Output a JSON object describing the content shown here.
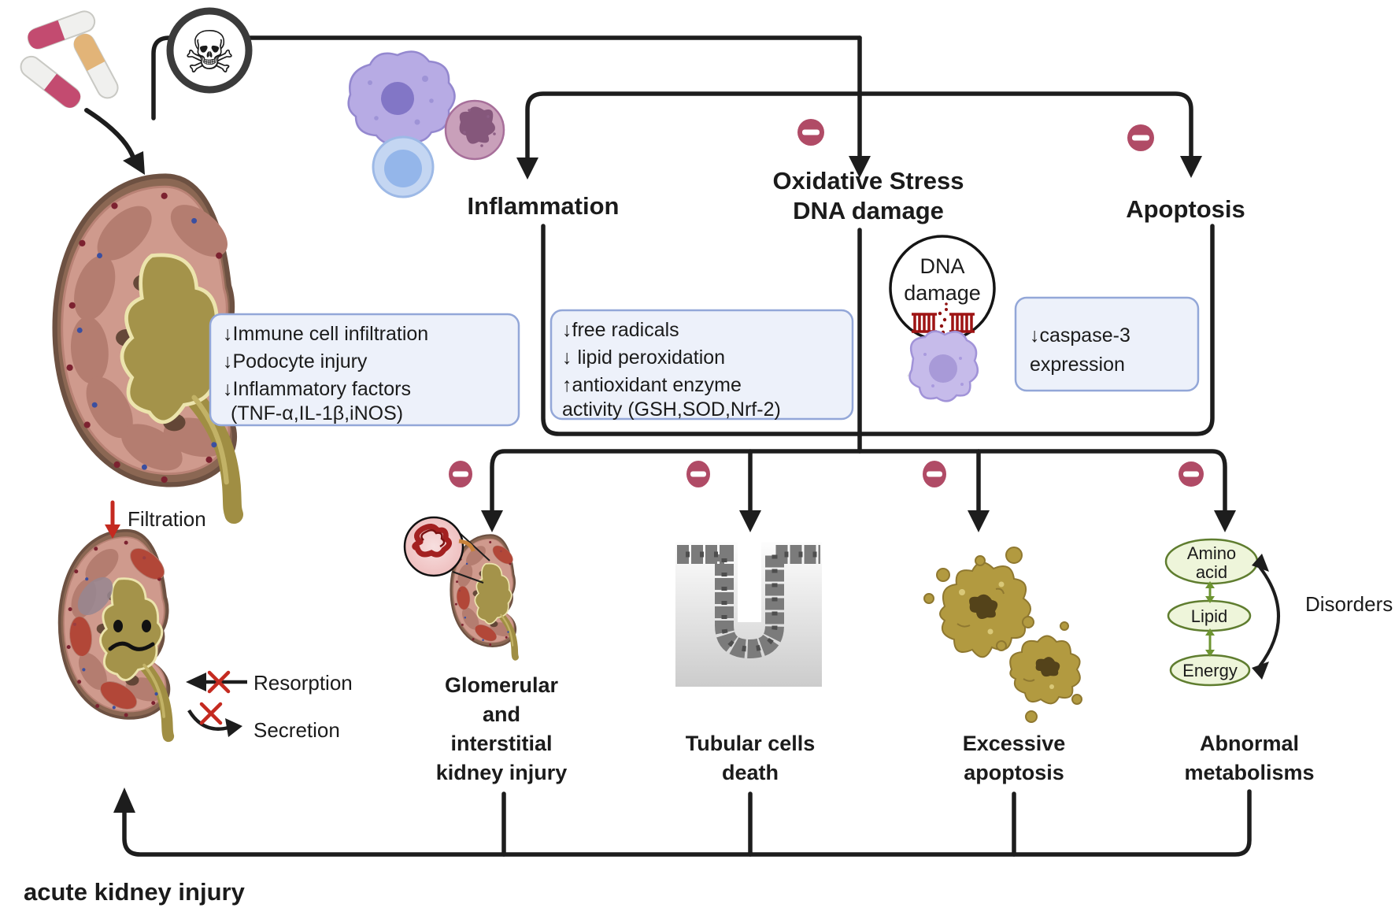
{
  "source": {
    "pills_icon": "capsule-pills",
    "toxicity_icon": "skull-crossbones",
    "skull_glyph": "☠"
  },
  "pathways": {
    "inflammation": {
      "label": "Inflammation",
      "effects": [
        "↓Immune cell infiltration",
        "↓Podocyte injury",
        "↓Inflammatory factors",
        "(TNF-α,IL-1β,iNOS)"
      ]
    },
    "oxidative": {
      "label_line1": "Oxidative Stress",
      "label_line2": "DNA damage",
      "effects": [
        "↓free radicals",
        "↓ lipid peroxidation",
        "↑antioxidant enzyme",
        "activity  (GSH,SOD,Nrf-2)"
      ],
      "inset": {
        "line1": "DNA",
        "line2": "damage"
      }
    },
    "apoptosis": {
      "label": "Apoptosis",
      "effects": [
        "↓caspase-3",
        "expression"
      ]
    }
  },
  "outcomes": {
    "glomerular": {
      "lines": [
        "Glomerular",
        "and",
        "interstitial",
        "kidney injury"
      ]
    },
    "tubular": {
      "lines": [
        "Tubular cells",
        "death"
      ]
    },
    "excessive": {
      "lines": [
        "Excessive",
        "apoptosis"
      ]
    },
    "metabolic": {
      "lines": [
        "Abnormal",
        "metabolisms"
      ]
    }
  },
  "metabolism": {
    "amino_line1": "Amino",
    "amino_line2": "acid",
    "lipid": "Lipid",
    "energy": "Energy",
    "annotation": "Disorders"
  },
  "kidney_functions": {
    "filtration": "Filtration",
    "resorption": "Resorption",
    "secretion": "Secretion"
  },
  "footer": {
    "title": "acute kidney injury"
  },
  "colors": {
    "line": "#1d1d1d",
    "inhibition_badge": "#b04b66",
    "effect_box_fill": "#edf1fa",
    "effect_box_border": "#93a7d8",
    "metabolite_fill": "#eef5da",
    "metabolite_border": "#5f7d2f",
    "green_arrow": "#6d9431",
    "red_mark": "#c42a20",
    "dna_red": "#9e1414"
  }
}
